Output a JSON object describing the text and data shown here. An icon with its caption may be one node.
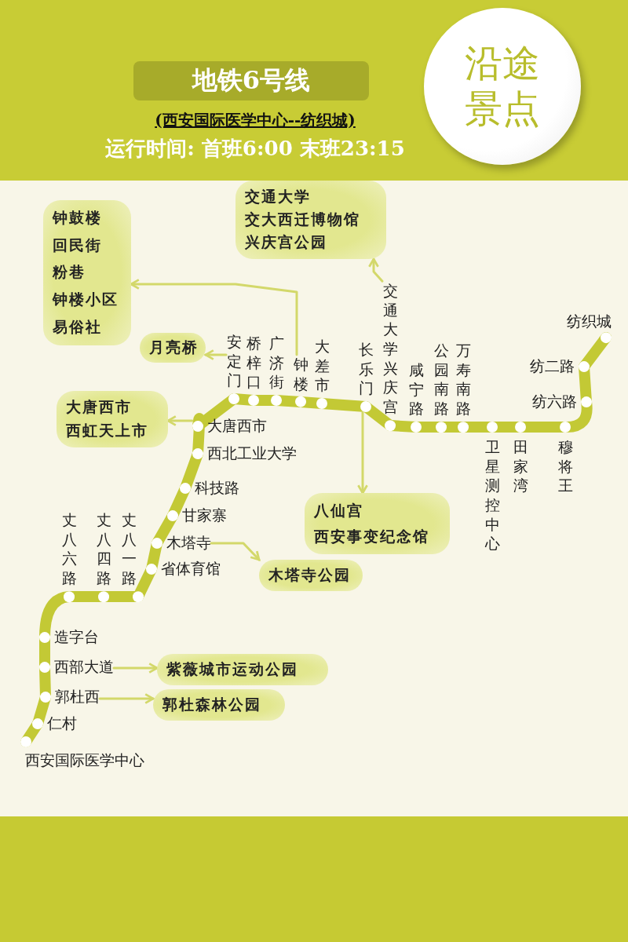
{
  "diagram": {
    "title": "地铁6号线",
    "nodes": [
      {
        "text": [
          "沿途景点"
        ]
      },
      {
        "text": [
          "西安国际医学中心"
        ]
      },
      {
        "text": [
          "仁村"
        ]
      },
      {
        "text": [
          "郭杜西"
        ]
      },
      {
        "text": [
          "西部大道"
        ]
      },
      {
        "text": [
          "造字台"
        ]
      },
      {
        "text": [
          "丈八六路"
        ]
      },
      {
        "text": [
          "丈八四路"
        ]
      },
      {
        "text": [
          "丈八一路"
        ]
      },
      {
        "text": [
          "省体育馆"
        ]
      },
      {
        "text": [
          "木塔寺"
        ]
      },
      {
        "text": [
          "甘家寨"
        ]
      },
      {
        "text": [
          "科技路"
        ]
      },
      {
        "text": [
          "西北工业大学"
        ]
      },
      {
        "text": [
          "大唐西市"
        ]
      },
      {
        "text": [
          "安定门"
        ]
      },
      {
        "text": [
          "桥梓口"
        ]
      },
      {
        "text": [
          "广济街"
        ]
      },
      {
        "text": [
          "钟楼"
        ]
      },
      {
        "text": [
          "大差市"
        ]
      },
      {
        "text": [
          "长乐门"
        ]
      },
      {
        "text": [
          "交通大学兴庆宫"
        ]
      },
      {
        "text": [
          "咸宁路"
        ]
      },
      {
        "text": [
          "公园南路"
        ]
      },
      {
        "text": [
          "万寿南路"
        ]
      },
      {
        "text": [
          "卫星测控中心"
        ]
      },
      {
        "text": [
          "田家湾"
        ]
      },
      {
        "text": [
          "穆将王"
        ]
      },
      {
        "text": [
          "纺六路"
        ]
      },
      {
        "text": [
          "纺二路"
        ]
      },
      {
        "text": [
          "纺织城"
        ]
      },
      {
        "text": [
          "钟鼓楼",
          "回民街",
          "粉巷",
          "钟楼小区",
          "易俗社"
        ]
      },
      {
        "text": [
          "交通大学",
          "交大西迁博物馆",
          "兴庆宫公园"
        ]
      },
      {
        "text": [
          "月亮桥"
        ]
      },
      {
        "text": [
          "大唐西市",
          "西虹天上市"
        ]
      },
      {
        "text": [
          "八仙宫",
          "西安事变纪念馆"
        ]
      },
      {
        "text": [
          "木塔寺公园"
        ]
      },
      {
        "text": [
          "紫薇城市运动公园"
        ]
      },
      {
        "text": [
          "郭杜森林公园"
        ]
      }
    ],
    "edges": [
      {
        "from": 1,
        "to": 2,
        "arrow": "none"
      },
      {
        "from": 2,
        "to": 3,
        "arrow": "none"
      },
      {
        "from": 3,
        "to": 4,
        "arrow": "none"
      },
      {
        "from": 4,
        "to": 5,
        "arrow": "none"
      },
      {
        "from": 5,
        "to": 6,
        "arrow": "none"
      },
      {
        "from": 6,
        "to": 7,
        "arrow": "none"
      },
      {
        "from": 7,
        "to": 8,
        "arrow": "none"
      },
      {
        "from": 8,
        "to": 9,
        "arrow": "none"
      },
      {
        "from": 9,
        "to": 10,
        "arrow": "none"
      },
      {
        "from": 10,
        "to": 11,
        "arrow": "none"
      },
      {
        "from": 11,
        "to": 12,
        "arrow": "none"
      },
      {
        "from": 12,
        "to": 13,
        "arrow": "none"
      },
      {
        "from": 13,
        "to": 14,
        "arrow": "none"
      },
      {
        "from": 14,
        "to": 15,
        "arrow": "none"
      },
      {
        "from": 15,
        "to": 16,
        "arrow": "none"
      },
      {
        "from": 16,
        "to": 17,
        "arrow": "none"
      },
      {
        "from": 17,
        "to": 18,
        "arrow": "none"
      },
      {
        "from": 18,
        "to": 19,
        "arrow": "none"
      },
      {
        "from": 19,
        "to": 20,
        "arrow": "none"
      },
      {
        "from": 20,
        "to": 21,
        "arrow": "none"
      },
      {
        "from": 21,
        "to": 22,
        "arrow": "none"
      },
      {
        "from": 22,
        "to": 23,
        "arrow": "none"
      },
      {
        "from": 23,
        "to": 24,
        "arrow": "none"
      },
      {
        "from": 24,
        "to": 25,
        "arrow": "none"
      },
      {
        "from": 25,
        "to": 26,
        "arrow": "none"
      },
      {
        "from": 26,
        "to": 27,
        "arrow": "none"
      },
      {
        "from": 27,
        "to": 28,
        "arrow": "none"
      },
      {
        "from": 28,
        "to": 29,
        "arrow": "none"
      },
      {
        "from": 29,
        "to": 30,
        "arrow": "none"
      },
      {
        "from": 18,
        "to": 31,
        "arrow": "to",
        "color": "#d3d86a"
      },
      {
        "from": 21,
        "to": 32,
        "arrow": "to",
        "color": "#d3d86a"
      },
      {
        "from": 15,
        "to": 33,
        "arrow": "to",
        "color": "#d3d86a"
      },
      {
        "from": 14,
        "to": 34,
        "arrow": "to",
        "color": "#d3d86a"
      },
      {
        "from": 20,
        "to": 35,
        "arrow": "to",
        "color": "#d3d86a"
      },
      {
        "from": 10,
        "to": 36,
        "arrow": "to",
        "color": "#d3d86a"
      },
      {
        "from": 4,
        "to": 37,
        "arrow": "to",
        "color": "#d3d86a"
      },
      {
        "from": 3,
        "to": 38,
        "arrow": "to",
        "color": "#d3d86a"
      }
    ],
    "labels": [
      "(西安国际医学中心--纺织城)",
      "运行时间: 首班6:00 末班23:15"
    ]
  }
}
